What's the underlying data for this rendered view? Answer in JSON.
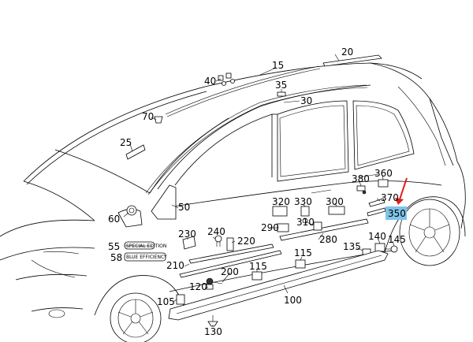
{
  "callouts": {
    "c20": "20",
    "c15": "15",
    "c40": "40",
    "c35": "35",
    "c30": "30",
    "c70": "70",
    "c25": "25",
    "c60": "60",
    "c50": "50",
    "c380": "380",
    "c360": "360",
    "c370": "370",
    "c350": "350",
    "c320": "320",
    "c330": "330",
    "c300": "300",
    "c310": "310",
    "c290": "290",
    "c230": "230",
    "c240": "240",
    "c220": "220",
    "c280": "280",
    "c55": "55",
    "c58": "58",
    "c210": "210",
    "c140": "140",
    "c145": "145",
    "c135": "135",
    "c115a": "115",
    "c115b": "115",
    "c200": "200",
    "c120": "120",
    "c105": "105",
    "c100": "100",
    "c130": "130"
  },
  "badges": {
    "special_edition": "SPECIAL EDITION",
    "blue_efficiency": "BLUE EFFICIENCY"
  },
  "highlight": {
    "part": "350",
    "fill_color": "#7fc3e8",
    "arrow_color": "#e0201b"
  }
}
